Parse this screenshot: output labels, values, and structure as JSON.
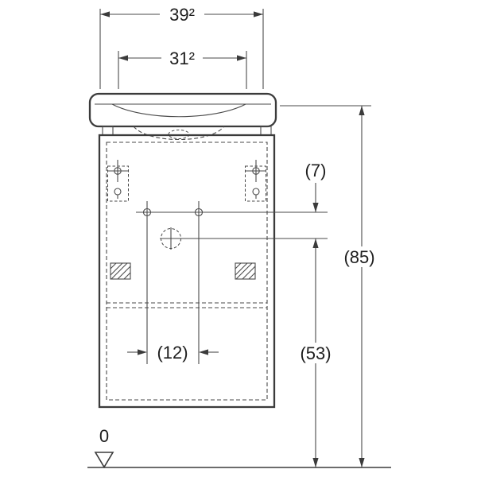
{
  "drawing": {
    "type": "technical-dimension-drawing",
    "subject": "wall-hung washbasin with cabinet, front view",
    "dimensions": {
      "outer_width": "39²",
      "inner_width": "31²",
      "hole_row_offset": "(7)",
      "total_height": "(85)",
      "connection_height": "(53)",
      "hole_spacing": "(12)",
      "datum_level": "0"
    }
  }
}
